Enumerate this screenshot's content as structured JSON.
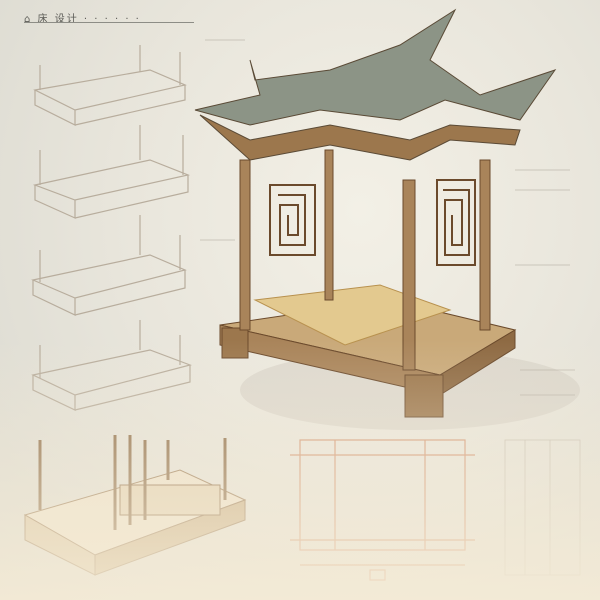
{
  "sheet": {
    "title": "Chinese canopy bed design sheet",
    "header_text": "⌂ 床 设计 · · · · · ·",
    "subject": "Traditional Chinese canopy bed with curved pagoda roof and lattice panels",
    "views": [
      "small bed sketch 1",
      "small bed sketch 2",
      "small bed sketch 3",
      "small bed sketch 4",
      "bed base detail",
      "main 3D render",
      "front elevation drawing",
      "specification table"
    ],
    "colors": {
      "wood": "#a9845a",
      "wood_dark": "#6b4a2c",
      "roof": "#8c9486",
      "mattress": "#e3c98f",
      "sketch_line": "#b8ad9d",
      "elevation_line": "#d49a7a",
      "background": "#e9e6dc"
    }
  }
}
